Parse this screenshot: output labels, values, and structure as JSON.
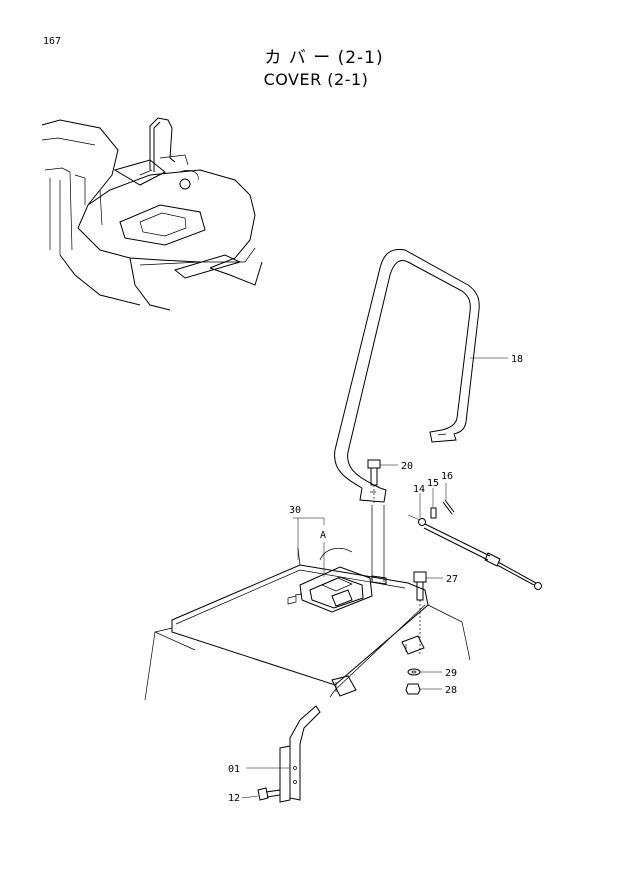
{
  "page_number": "167",
  "title_jp": "カ バ ー  (2-1)",
  "title_en": "COVER (2-1)",
  "callouts": {
    "c18": "18",
    "c20": "20",
    "c16": "16",
    "c15": "15",
    "c14": "14",
    "c30": "30",
    "cA": "A",
    "c27": "27",
    "c29": "29",
    "c28": "28",
    "c01": "01",
    "c12": "12"
  }
}
